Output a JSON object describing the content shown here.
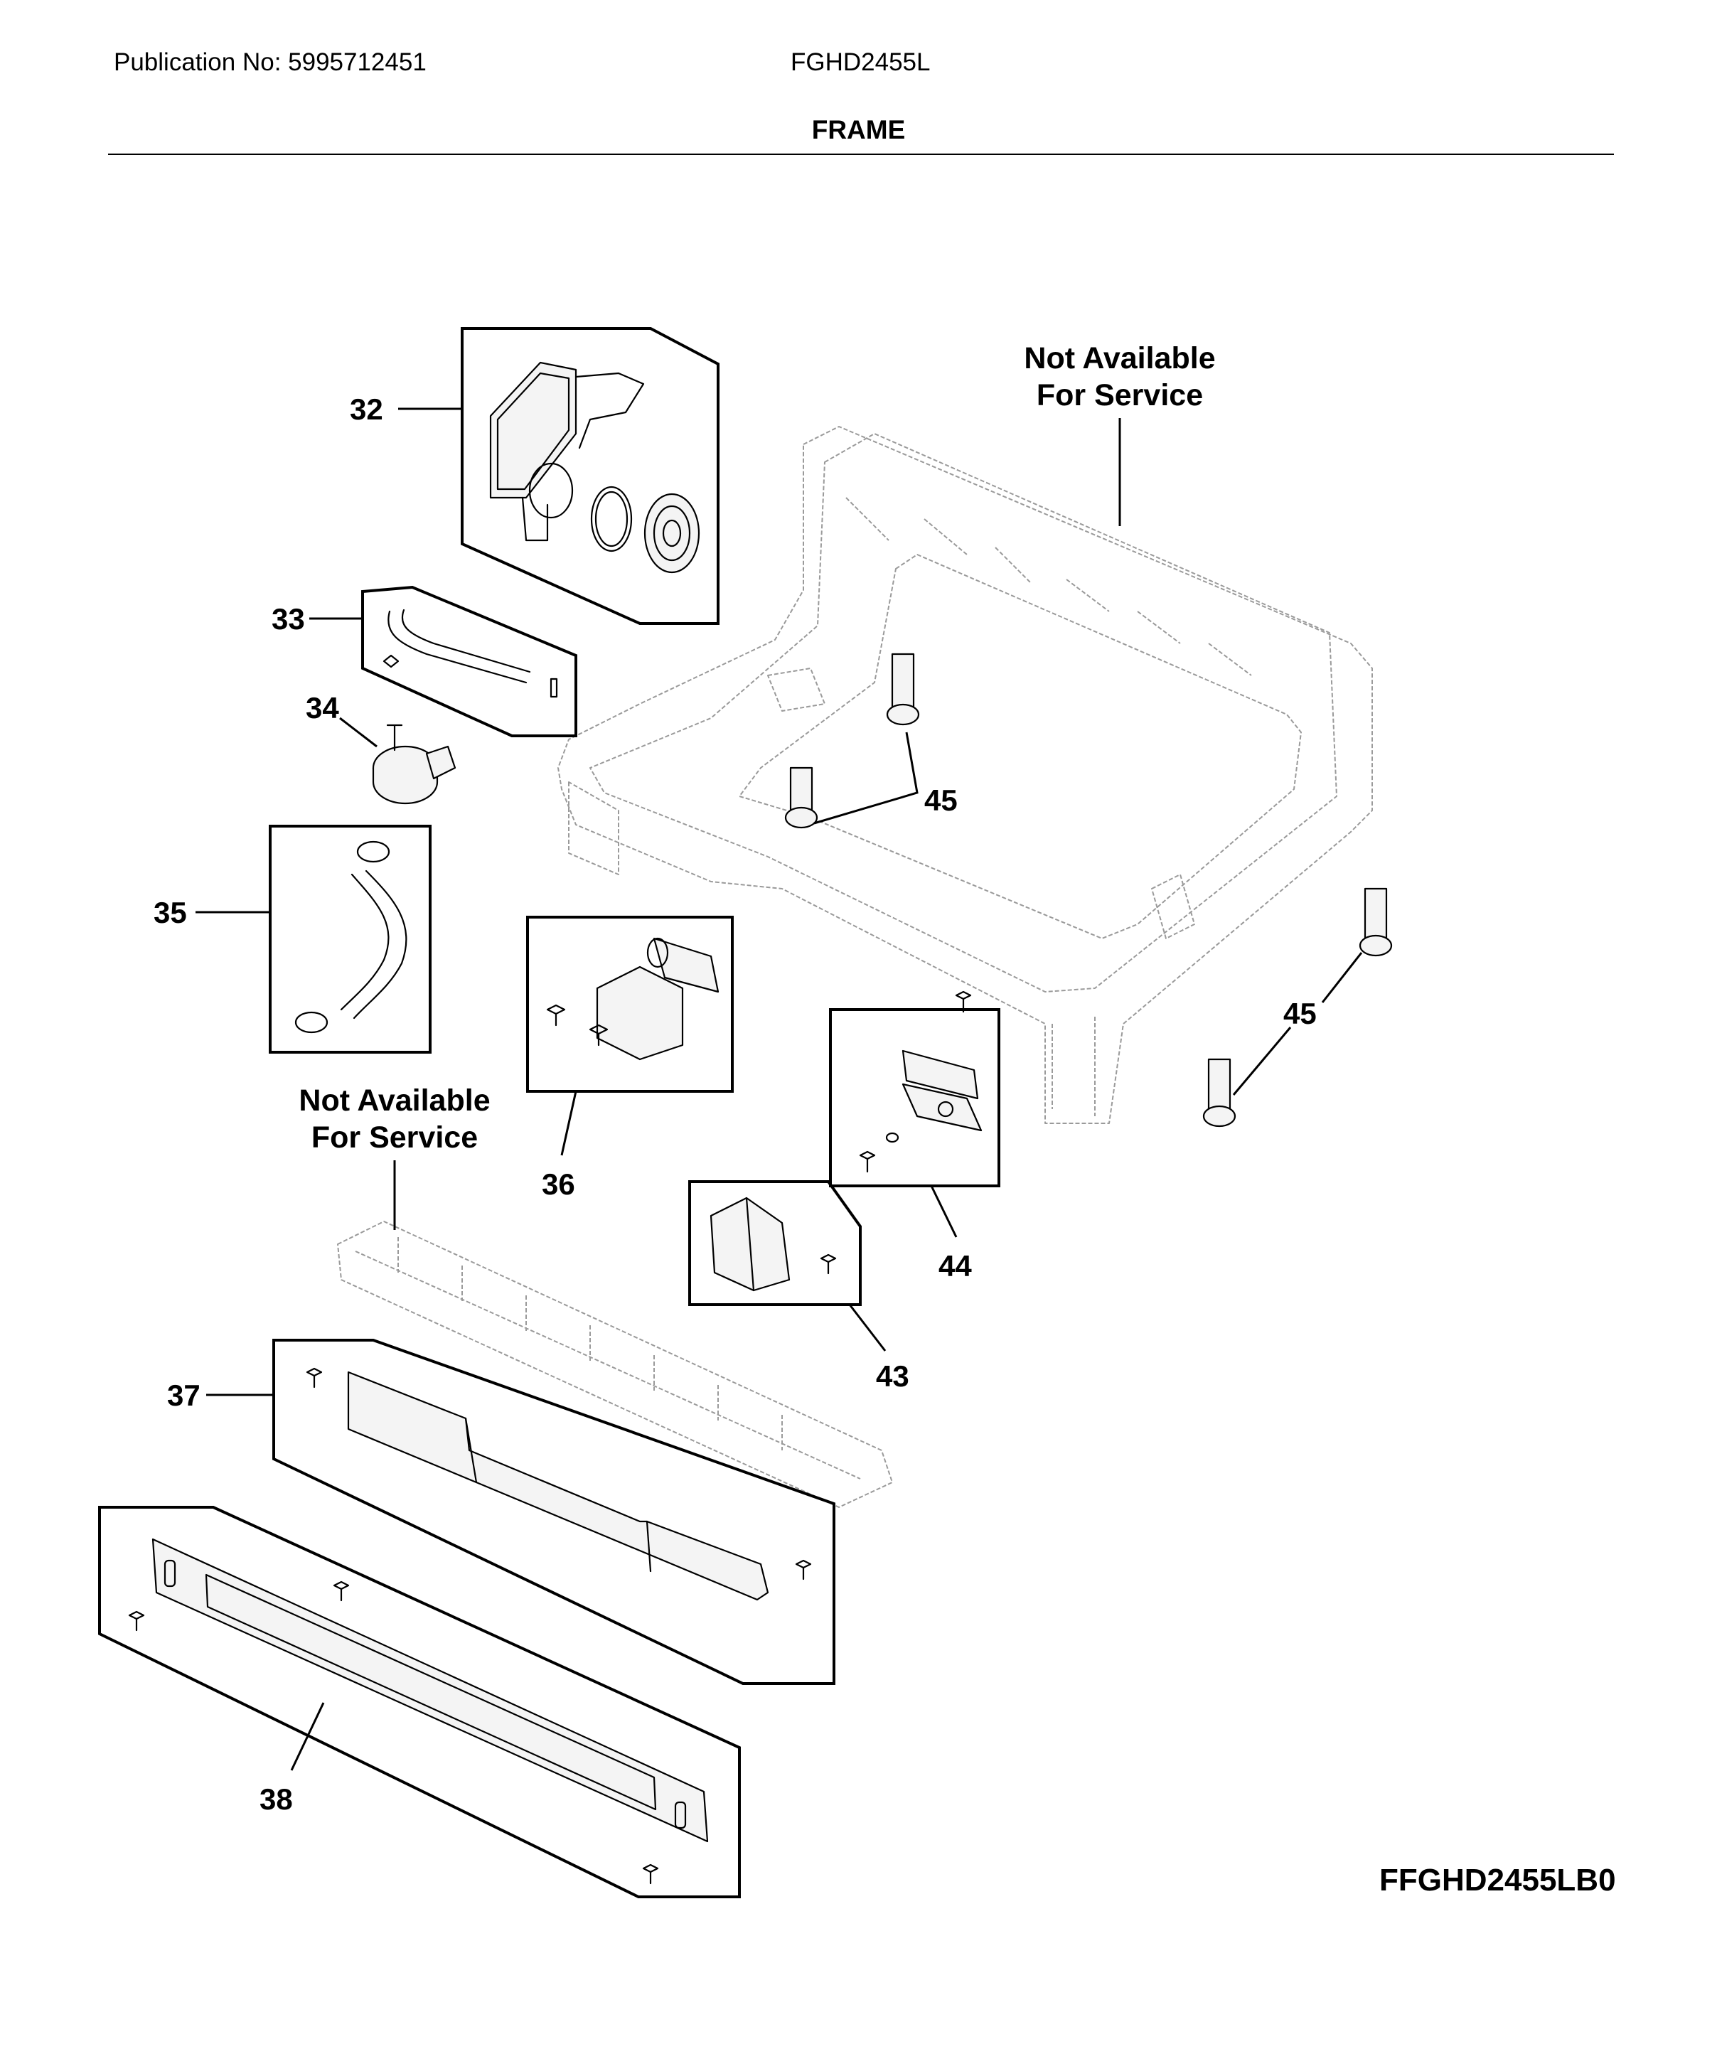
{
  "header": {
    "publication": "Publication No: 5995712451",
    "model": "FGHD2455L",
    "section_title": "FRAME"
  },
  "diagram": {
    "note_line1": "Not Available",
    "note_line2": "For Service",
    "callouts": {
      "c32": "32",
      "c33": "33",
      "c34": "34",
      "c35": "35",
      "c36": "36",
      "c37": "37",
      "c38": "38",
      "c43": "43",
      "c44": "44",
      "c45": "45"
    },
    "diagram_code": "FFGHD2455LB0"
  }
}
